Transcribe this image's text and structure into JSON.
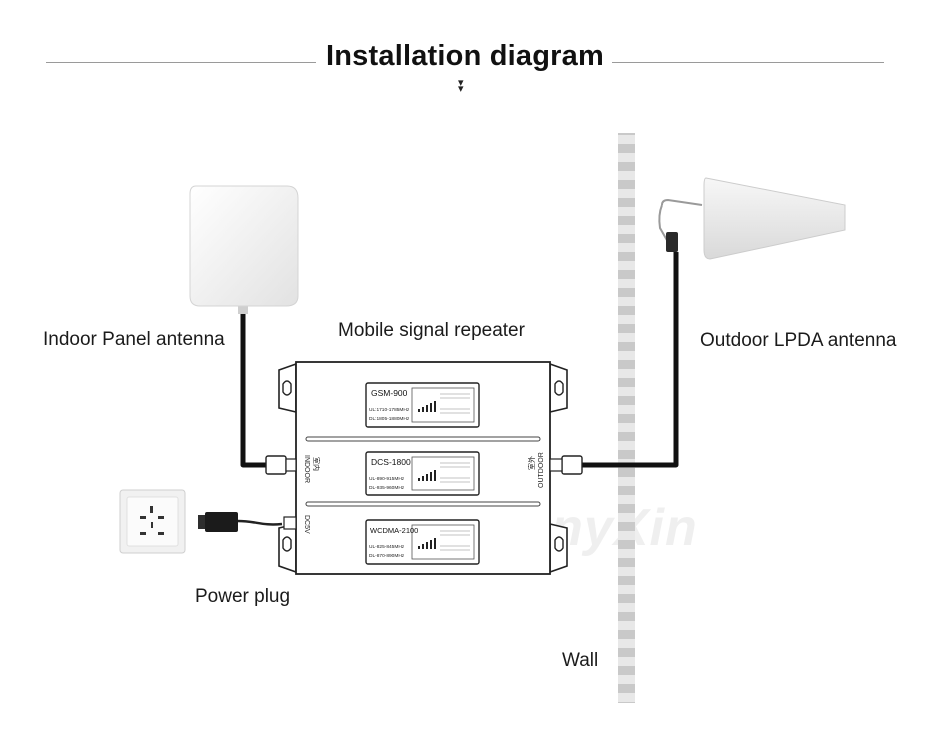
{
  "header": {
    "title": "Installation diagram"
  },
  "labels": {
    "indoor_antenna": "Indoor Panel antenna",
    "repeater": "Mobile signal repeater",
    "outdoor_antenna": "Outdoor LPDA antenna",
    "power_plug": "Power plug",
    "wall": "Wall"
  },
  "repeater_unit": {
    "modules": [
      {
        "name": "GSM-900",
        "ul": "UL:1710-1785MHz",
        "dl": "DL:1805-1880MHz"
      },
      {
        "name": "DCS-1800",
        "ul": "UL-890-915MHz",
        "dl": "DL-935-960MHz"
      },
      {
        "name": "WCDMA-2100",
        "ul": "UL-825-845MHz",
        "dl": "DL-870-890MHz"
      }
    ],
    "port_indoor": "INDOOR",
    "port_outdoor": "OUTDOOR",
    "port_power": "DC5V",
    "port_indoor_cn": "室内",
    "port_outdoor_cn": "室外"
  },
  "watermark": "XinyXin",
  "colors": {
    "cable": "#111111",
    "wall_gray": "#c7c7c7",
    "panel_white": "#f2f2f2"
  }
}
